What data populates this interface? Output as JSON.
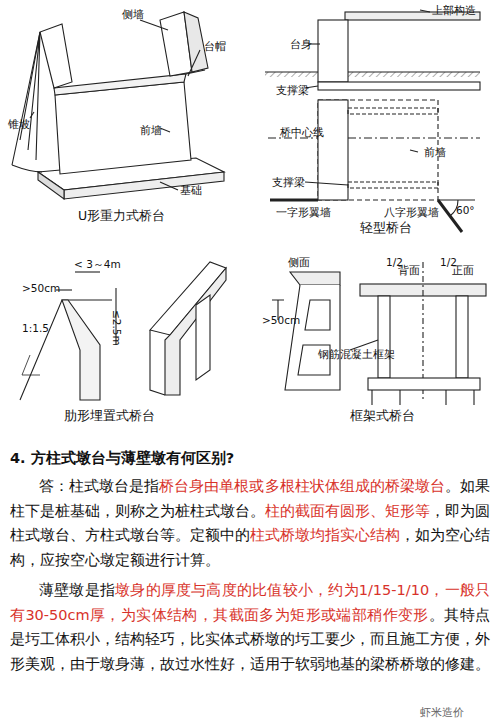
{
  "diagram": {
    "title": "4. 方柱式墩台与薄壁墩有何区别?",
    "labels": [
      "侧墙",
      "台帽",
      "锥坡",
      "前墙",
      "基础",
      "U形重力式桥台",
      "上部构造",
      "台身",
      "支撑梁",
      "桥中心线",
      "前墙",
      "支撑梁",
      "60°",
      "一字形翼墙",
      "八字形翼墙",
      "轻型桥台",
      "< 3～4m",
      ">50cm",
      "1:1.5",
      "≤2.5m",
      "肋形埋置式桥台",
      "侧面",
      "1/2",
      "背面",
      "1/2",
      "正面",
      ">50cm",
      "钢筋混凝土框架",
      "框架式桥台",
      "答：柱式墩台是指",
      "桥台身由单根或多根柱状体组成的桥梁墩台",
      "。如果柱下是桩基础，则称之为桩柱式墩台。",
      "柱的截面有圆形、矩形等",
      "，即为圆柱式墩台、方柱式墩台等。定额中的",
      "柱式桥墩均指实心结构",
      "，如为空心结构，应按空心墩定额进行计算。",
      "薄壁墩是指",
      "墩身的厚度与高度的比值较小，约为1/15-1/10，一般只有30-50cm厚，为实体结构，其截面多为矩形或端部稍作变形",
      "。其特点是圬工体积小，结构轻巧，比实体式桥墩的圬工要少，而且施工方便，外形美观，由于墩身薄，故过水性好，适用于软弱地基的梁桥桥墩的修建。",
      "虾米造价"
    ]
  }
}
